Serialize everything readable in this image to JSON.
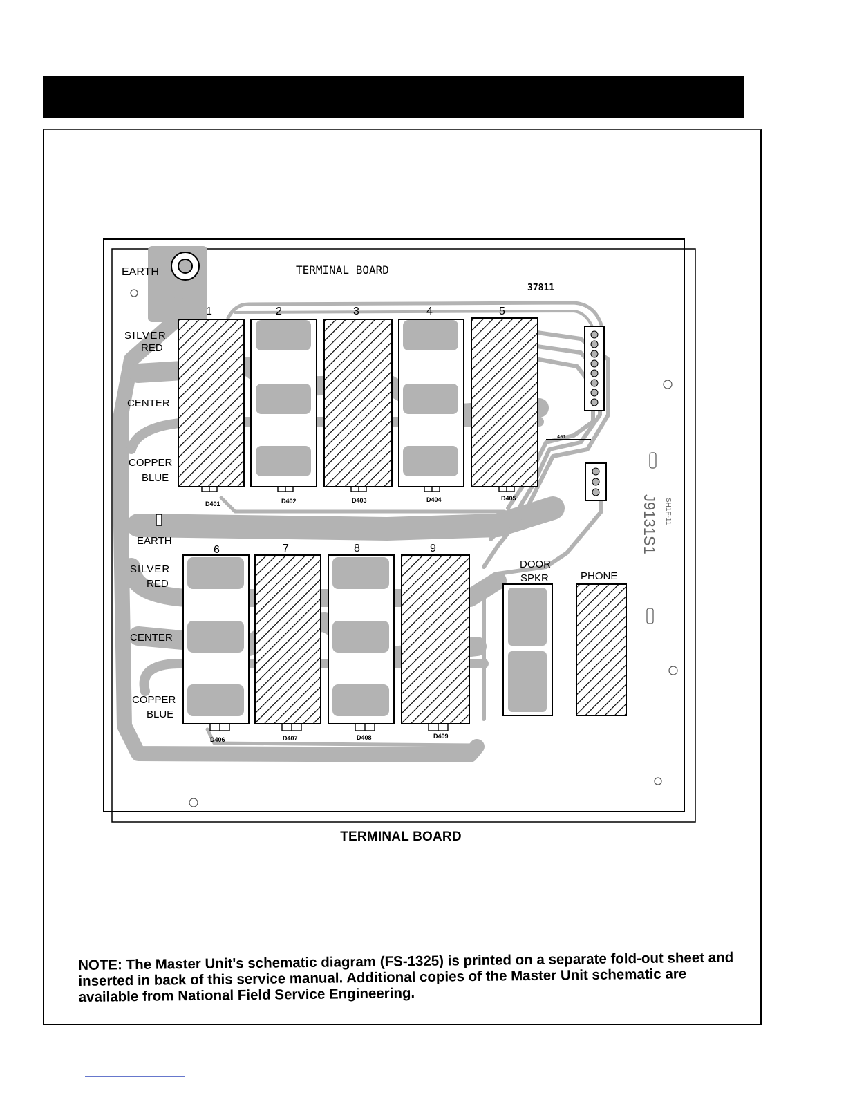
{
  "board": {
    "title": "TERMINAL BOARD",
    "part_number": "37811",
    "earth_top": "EARTH",
    "earth_mid": "EARTH",
    "upper_labels": {
      "silver": "SILVER",
      "red": "RED",
      "center": "CENTER",
      "copper": "COPPER",
      "blue": "BLUE"
    },
    "lower_labels": {
      "silver": "SILVER",
      "red": "RED",
      "center": "CENTER",
      "copper": "COPPER",
      "blue": "BLUE"
    },
    "terminals_top": [
      "1",
      "2",
      "3",
      "4",
      "5"
    ],
    "terminals_bottom": [
      "6",
      "7",
      "8",
      "9"
    ],
    "diodes_top": [
      "D401",
      "D402",
      "D403",
      "D404",
      "D405"
    ],
    "diodes_bottom": [
      "D406",
      "D407",
      "D408",
      "D409"
    ],
    "door": "DOOR",
    "spkr": "SPKR",
    "phone": "PHONE",
    "side_code": "J9131S1",
    "side_code_small": "SH1F-11",
    "resistor_label": "401"
  },
  "caption": "TERMINAL BOARD",
  "note": "NOTE: The Master Unit's schematic diagram (FS-1325) is printed on a separate fold-out sheet and inserted in back of this service manual. Additional copies of the Master Unit schematic are available from National Field Service Engineering.",
  "colors": {
    "trace": "#b3b3b3",
    "ink": "#000000",
    "header": "#000000"
  }
}
